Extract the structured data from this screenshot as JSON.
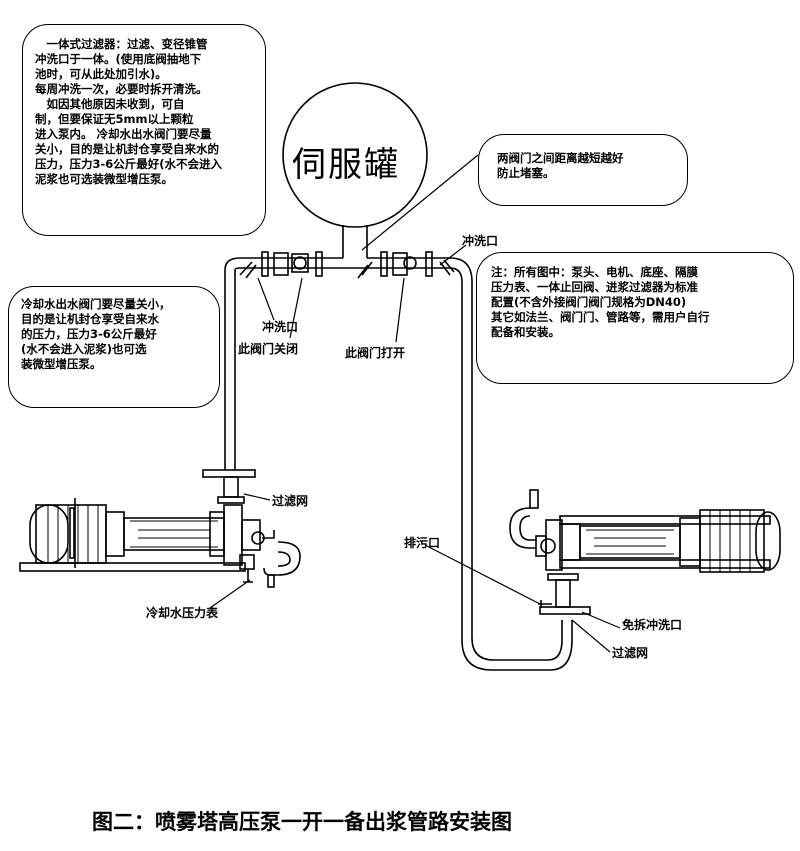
{
  "tank": {
    "label": "伺服罐"
  },
  "notes": {
    "top_left": [
      "　一体式过滤器：过滤、变径锥管",
      "冲洗口于一体。(使用底阀抽地下",
      "池时，可从此处加引水)。",
      "每周冲洗一次，必要时拆开清洗。",
      "　如因其他原因未收到，可自",
      "制，但要保证无5mm以上颗粒",
      "进入泵内。 冷却水出水阀门要尽量",
      "关小，目的是让机封仓享受自来水的",
      "压力，压力3-6公斤最好(水不会进入",
      "泥浆也可选装微型增压泵。"
    ],
    "mid_left": [
      "冷却水出水阀门要尽量关小，",
      "目的是让机封仓享受自来水",
      "的压力，压力3-6公斤最好",
      "(水不会进入泥浆)也可选",
      "装微型增压泵。"
    ],
    "top_right": [
      "两阀门之间距离越短越好",
      "防止堵塞。"
    ],
    "mid_right": [
      "注：所有图中：泵头、电机、底座、隔膜",
      "压力表、一体止回阀、进浆过滤器为标准",
      "配置(不含外接阀门阀门规格为DN40)",
      "其它如法兰、阀门门、管路等，需用户自行",
      "配备和安装。"
    ]
  },
  "labels": {
    "flush_left": "冲洗口",
    "flush_right": "冲洗口",
    "valve_closed": "此阀门关闭",
    "valve_open": "此阀门打开",
    "filter_left": "过滤网",
    "pressure_gauge": "冷却水压力表",
    "drain": "排污口",
    "flush_free": "免拆冲洗口",
    "filter_right": "过滤网"
  },
  "caption": "图二：喷雾塔高压泵一开一备出浆管路安装图"
}
